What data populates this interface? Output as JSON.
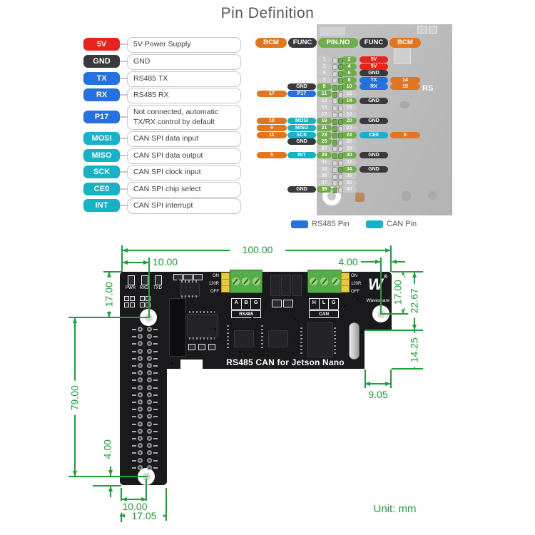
{
  "title": "Pin Definition",
  "colors": {
    "red": "#E8221D",
    "dark": "#3A3A3C",
    "blue": "#2471DF",
    "cyan": "#16B3C7",
    "orange": "#E1761F",
    "pin_green": "#6FAD4A",
    "pin_gray": "#C8C8C8",
    "dim_green": "#1CA23A"
  },
  "legend": {
    "items": [
      {
        "label": "5V",
        "color": "red",
        "desc": "5V Power Supply"
      },
      {
        "label": "GND",
        "color": "dark",
        "desc": "GND"
      },
      {
        "label": "TX",
        "color": "blue",
        "desc": "RS485 TX"
      },
      {
        "label": "RX",
        "color": "blue",
        "desc": "RS485 RX"
      },
      {
        "label": "P17",
        "color": "blue",
        "desc": "Not connected, automatic TX/RX control by default"
      },
      {
        "label": "MOSI",
        "color": "cyan",
        "desc": "CAN SPI data input"
      },
      {
        "label": "MISO",
        "color": "cyan",
        "desc": "CAN SPI data output"
      },
      {
        "label": "SCK",
        "color": "cyan",
        "desc": "CAN SPI clock input"
      },
      {
        "label": "CE0",
        "color": "cyan",
        "desc": "CAN SPI chip select"
      },
      {
        "label": "INT",
        "color": "cyan",
        "desc": "CAN SPI interrupt"
      }
    ]
  },
  "pin_diagram": {
    "headers": [
      "BCM",
      "FUNC",
      "PIN.NO",
      "FUNC",
      "BCM"
    ],
    "rows": [
      {
        "l": {
          "p": "1",
          "c": false
        },
        "r": {
          "p": "2",
          "c": true,
          "f": "5V",
          "fc": "red"
        }
      },
      {
        "l": {
          "p": "3",
          "c": false
        },
        "r": {
          "p": "4",
          "c": true,
          "f": "5V",
          "fc": "red"
        }
      },
      {
        "l": {
          "p": "5",
          "c": false
        },
        "r": {
          "p": "6",
          "c": true,
          "f": "GND",
          "fc": "dark"
        }
      },
      {
        "l": {
          "p": "7",
          "c": false
        },
        "r": {
          "p": "8",
          "c": true,
          "f": "TX",
          "fc": "blue",
          "b": "14"
        }
      },
      {
        "l": {
          "p": "9",
          "c": true,
          "f": "GND",
          "fc": "dark"
        },
        "r": {
          "p": "10",
          "c": true,
          "f": "RX",
          "fc": "blue",
          "b": "15"
        }
      },
      {
        "l": {
          "p": "11",
          "c": true,
          "f": "P17",
          "fc": "blue",
          "b": "17"
        },
        "r": {
          "p": "12",
          "c": false
        }
      },
      {
        "l": {
          "p": "13",
          "c": false
        },
        "r": {
          "p": "14",
          "c": true,
          "f": "GND",
          "fc": "dark"
        }
      },
      {
        "l": {
          "p": "15",
          "c": false
        },
        "r": {
          "p": "16",
          "c": false
        }
      },
      {
        "l": {
          "p": "17",
          "c": false
        },
        "r": {
          "p": "18",
          "c": false
        }
      },
      {
        "l": {
          "p": "19",
          "c": true,
          "f": "MOSI",
          "fc": "cyan",
          "b": "10"
        },
        "r": {
          "p": "20",
          "c": true,
          "f": "GND",
          "fc": "dark"
        }
      },
      {
        "l": {
          "p": "21",
          "c": true,
          "f": "MISO",
          "fc": "cyan",
          "b": "9"
        },
        "r": {
          "p": "22",
          "c": false
        }
      },
      {
        "l": {
          "p": "23",
          "c": true,
          "f": "SCK",
          "fc": "cyan",
          "b": "11"
        },
        "r": {
          "p": "24",
          "c": true,
          "f": "CE0",
          "fc": "cyan",
          "b": "8"
        }
      },
      {
        "l": {
          "p": "25",
          "c": true,
          "f": "GND",
          "fc": "dark"
        },
        "r": {
          "p": "26",
          "c": false
        }
      },
      {
        "l": {
          "p": "27",
          "c": false
        },
        "r": {
          "p": "28",
          "c": false
        }
      },
      {
        "l": {
          "p": "29",
          "c": true,
          "f": "INT",
          "fc": "cyan",
          "b": "5"
        },
        "r": {
          "p": "30",
          "c": true,
          "f": "GND",
          "fc": "dark"
        }
      },
      {
        "l": {
          "p": "31",
          "c": false
        },
        "r": {
          "p": "32",
          "c": false
        }
      },
      {
        "l": {
          "p": "33",
          "c": false
        },
        "r": {
          "p": "34",
          "c": true,
          "f": "GND",
          "fc": "dark"
        }
      },
      {
        "l": {
          "p": "35",
          "c": false
        },
        "r": {
          "p": "36",
          "c": false
        }
      },
      {
        "l": {
          "p": "37",
          "c": false
        },
        "r": {
          "p": "38",
          "c": false
        }
      },
      {
        "l": {
          "p": "39",
          "c": true,
          "f": "GND",
          "fc": "dark"
        },
        "r": {
          "p": "40",
          "c": false
        }
      }
    ],
    "legend": [
      {
        "label": "RS485 Pin",
        "color": "blue"
      },
      {
        "label": "CAN Pin",
        "color": "cyan"
      }
    ]
  },
  "board": {
    "led_labels": [
      "PWR",
      "RXD",
      "TXD"
    ],
    "jumper_labels": [
      "ON",
      "120R",
      "OFF"
    ],
    "rs485_terminal_pins": [
      "A",
      "B",
      "G"
    ],
    "rs485_label": "RS485",
    "can_terminal_pins": [
      "H",
      "L",
      "G"
    ],
    "can_label": "CAN",
    "board_title": "RS485 CAN for Jetson Nano",
    "brand": "Waveshare",
    "brand_mark": "W",
    "photo_silkscreen": "RS"
  },
  "dims": {
    "width_total": "100.00",
    "hole_left_offset": "10.00",
    "hole_right_offset": "4.00",
    "left_hole_top": "17.00",
    "right_hole_top": "17.00",
    "right_upper": "22.67",
    "right_notch": "14.25",
    "notch_width": "9.05",
    "left_span": "79.00",
    "bottom_hole_offset": "4.00",
    "bottom_hole_x": "10.00",
    "bar_width": "17.05",
    "unit": "Unit: mm"
  }
}
